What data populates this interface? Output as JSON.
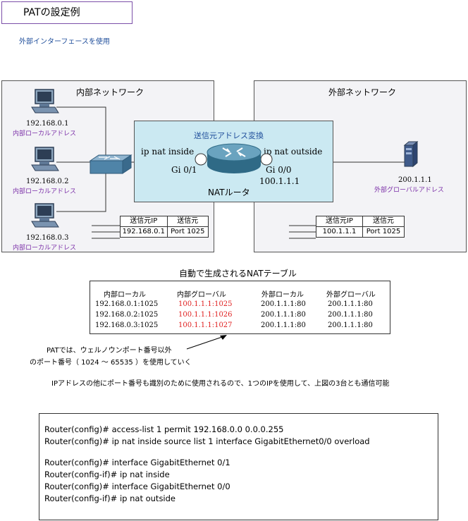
{
  "title": "PATの設定例",
  "subtitle": "外部インターフェースを使用",
  "inside_network": {
    "label": "内部ネットワーク",
    "hosts": [
      {
        "ip": "192.168.0.1",
        "role": "内部ローカルアドレス"
      },
      {
        "ip": "192.168.0.2",
        "role": "内部ローカルアドレス"
      },
      {
        "ip": "192.168.0.3",
        "role": "内部ローカルアドレス"
      }
    ],
    "packet": {
      "src_ip_header": "送信元IP",
      "src_ip": "192.168.0.1",
      "src_port_header": "送信元",
      "src_port": "Port 1025"
    }
  },
  "outside_network": {
    "label": "外部ネットワーク",
    "server": {
      "ip": "200.1.1.1",
      "role": "外部グローバルアドレス"
    },
    "packet": {
      "src_ip_header": "送信元IP",
      "src_ip": "100.1.1.1",
      "src_port_header": "送信元",
      "src_port": "Port 1025"
    }
  },
  "nat_router": {
    "area_label": "送信元アドレス変換",
    "inside_cmd": "ip nat inside",
    "outside_cmd": "ip nat outside",
    "inside_if": "Gi 0/1",
    "outside_if": "Gi 0/0",
    "outside_ip": "100.1.1.1",
    "name": "NATルータ"
  },
  "nat_table": {
    "caption": "自動で生成されるNATテーブル",
    "headers": [
      "内部ローカル",
      "内部グローバル",
      "外部ローカル",
      "外部グローバル"
    ],
    "rows": [
      [
        "192.168.0.1:1025",
        "100.1.1.1:1025",
        "200.1.1.1:80",
        "200.1.1.1:80"
      ],
      [
        "192.168.0.2:1025",
        "100.1.1.1:1026",
        "200.1.1.1:80",
        "200.1.1.1:80"
      ],
      [
        "192.168.0.3:1025",
        "100.1.1.1:1027",
        "200.1.1.1:80",
        "200.1.1.1:80"
      ]
    ]
  },
  "pat_note_line1": "PATでは、ウェルノウンポート番号以外",
  "pat_note_line2": "のポート番号（ 1024 ～ 65535 ）を使用していく",
  "explanation": "IPアドレスの他にポート番号も識別のために使用されるので、1つのIPを使用して、上図の3台とも通信可能",
  "config": [
    "Router(config)# access-list 1 permit 192.168.0.0 0.0.0.255",
    "Router(config)# ip nat inside source list 1 interface GigabitEthernet0/0 overload",
    "",
    "Router(config)# interface GigabitEthernet 0/1",
    "Router(config-if)# ip nat inside",
    "Router(config)# interface GigabitEthernet 0/0",
    "Router(config-if)# ip nat outside"
  ],
  "colors": {
    "accent_purple": "#7b2fa8",
    "link_blue": "#1f4e9b",
    "nat_area": "#cbe9f2",
    "highlight_red": "#e02020"
  }
}
